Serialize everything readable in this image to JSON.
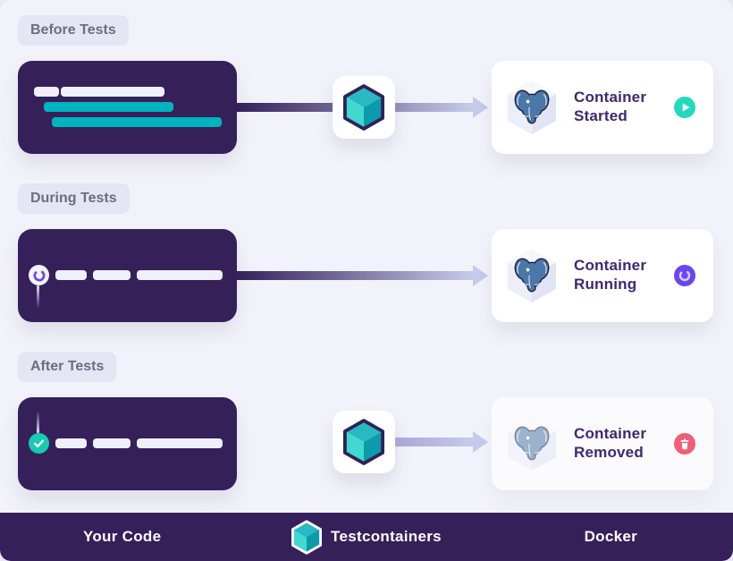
{
  "badges": {
    "before": "Before Tests",
    "during": "During Tests",
    "after": "After Tests"
  },
  "cards": {
    "started": {
      "title": "Container Started",
      "status_icon": "play-icon"
    },
    "running": {
      "title": "Container Running",
      "status_icon": "spinner-icon"
    },
    "removed": {
      "title": "Container Removed",
      "status_icon": "trash-icon"
    }
  },
  "footer": {
    "your_code": "Your Code",
    "testcontainers": "Testcontainers",
    "docker": "Docker"
  },
  "icons": {
    "testcontainers_cube": "testcontainers-cube-icon",
    "postgresql_elephant": "postgresql-elephant-icon",
    "play": "play-icon",
    "spinner": "spinner-icon",
    "check": "check-icon",
    "trash": "trash-icon",
    "arrow": "arrow-right-icon"
  },
  "colors": {
    "background": "#f2f3fa",
    "code_block": "#36205a",
    "footer_bg": "#36205a",
    "badge_bg": "#e5e6f4",
    "badge_text": "#6d6d7c",
    "bar_light": "#eef0fb",
    "teal_accent": "#00b4bf",
    "teal_check": "#16cbb2",
    "card_title": "#3e2775",
    "arrow_dark": "#36205a",
    "arrow_mid": "#a9a6d6",
    "arrow_light": "#c6cbeb",
    "cube_outline": "#2f2258",
    "cube_top": "#29b9c2",
    "cube_left": "#40d9cf",
    "cube_right": "#0d9aaa",
    "hex_top": "#f6f7fd",
    "hex_left": "#eceef9",
    "hex_right": "#e1e4f4",
    "postgres_blue": "#4a78a8",
    "status_play": "#20d9c0",
    "status_running": "#6b46ef",
    "status_removed": "#f25d78",
    "spinner_purple": "#6b46ef"
  }
}
